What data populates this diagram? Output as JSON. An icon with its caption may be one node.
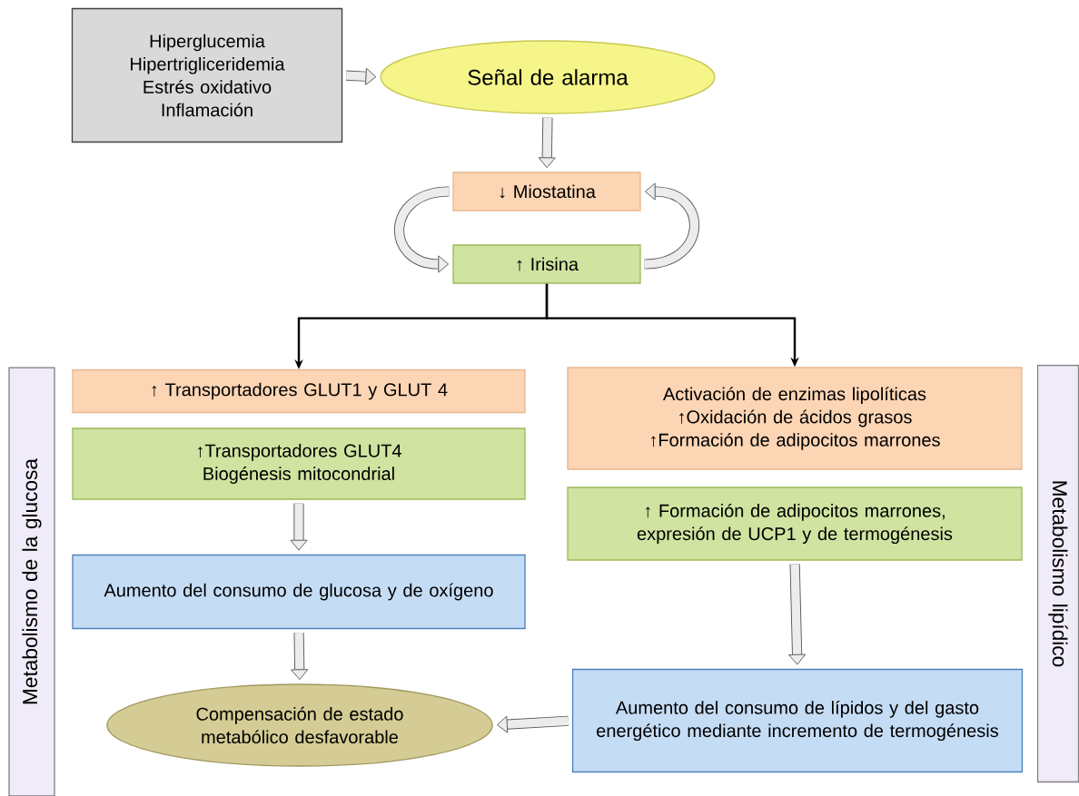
{
  "diagram": {
    "nodes": [
      {
        "text": [
          "Hiperglucemia",
          "Hipertrigliceridemia",
          "Estrés oxidativo",
          "Inflamación"
        ]
      },
      {
        "text": [
          "Señal de alarma"
        ]
      },
      {
        "text": [
          "↓ Miostatina"
        ]
      },
      {
        "text": [
          "↑ Irisina"
        ]
      },
      {
        "text": [
          "↑ Transportadores GLUT1 y GLUT 4"
        ]
      },
      {
        "text": [
          "↑Transportadores GLUT4",
          "Biogénesis mitocondrial"
        ]
      },
      {
        "text": [
          "Aumento del consumo de glucosa y de oxígeno"
        ]
      },
      {
        "text": [
          "Compensación de estado metabólico desfavorable"
        ]
      },
      {
        "text": [
          "Activación de enzimas lipolíticas",
          "↑Oxidación de ácidos grasos",
          "↑Formación de adipocitos marrones"
        ]
      },
      {
        "text": [
          "↑ Formación de adipocitos marrones, expresión de UCP1 y de termogénesis"
        ]
      },
      {
        "text": [
          "Aumento del consumo de lípidos y del gasto energético mediante incremento de termogénesis"
        ]
      },
      {
        "text": [
          "Metabolismo de la glucosa"
        ]
      },
      {
        "text": [
          "Metabolismo lipídico"
        ]
      }
    ],
    "edges": [
      {
        "from": 0,
        "to": 1,
        "arrow": "to"
      },
      {
        "from": 1,
        "to": 2,
        "arrow": "to"
      },
      {
        "from": 2,
        "to": 3,
        "arrow": "to"
      },
      {
        "from": 3,
        "to": 2,
        "arrow": "to"
      },
      {
        "from": 3,
        "to": 4,
        "arrow": "to",
        "color": "#000000"
      },
      {
        "from": 3,
        "to": 8,
        "arrow": "to",
        "color": "#000000"
      },
      {
        "from": 5,
        "to": 6,
        "arrow": "to"
      },
      {
        "from": 6,
        "to": 7,
        "arrow": "to"
      },
      {
        "from": 9,
        "to": 10,
        "arrow": "to"
      },
      {
        "from": 10,
        "to": 7,
        "arrow": "to"
      }
    ]
  }
}
